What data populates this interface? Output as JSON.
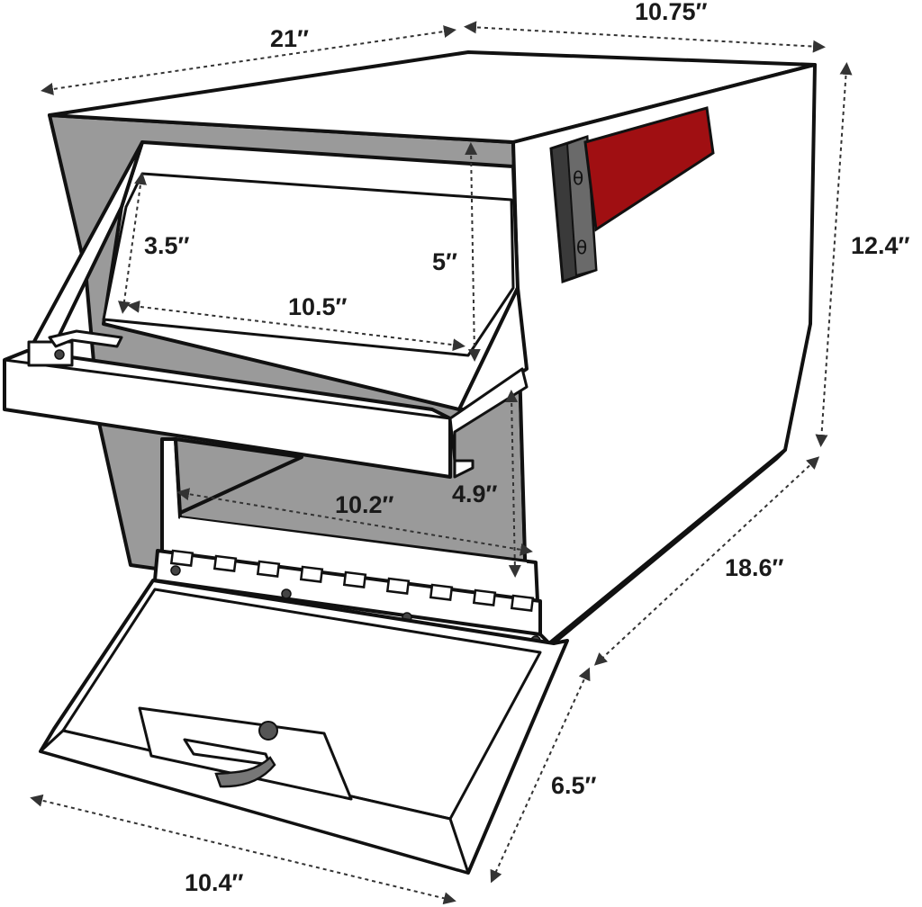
{
  "diagram": {
    "dimensions": {
      "top_length": "21″",
      "top_width": "10.75″",
      "height": "12.4″",
      "slot_height": "3.5″",
      "slot_depth": "5″",
      "slot_width": "10.5″",
      "inner_width": "10.2″",
      "inner_height": "4.9″",
      "base_length": "18.6″",
      "door_height": "6.5″",
      "door_width": "10.4″"
    },
    "colors": {
      "flag": "#a00f12",
      "flag_mount": "#3a3a3a",
      "interior": "#9a9a9a",
      "outline": "#111111",
      "body": "#ffffff"
    },
    "icons": {
      "flag": "mailbox-flag-icon",
      "latch": "door-latch-icon"
    }
  }
}
